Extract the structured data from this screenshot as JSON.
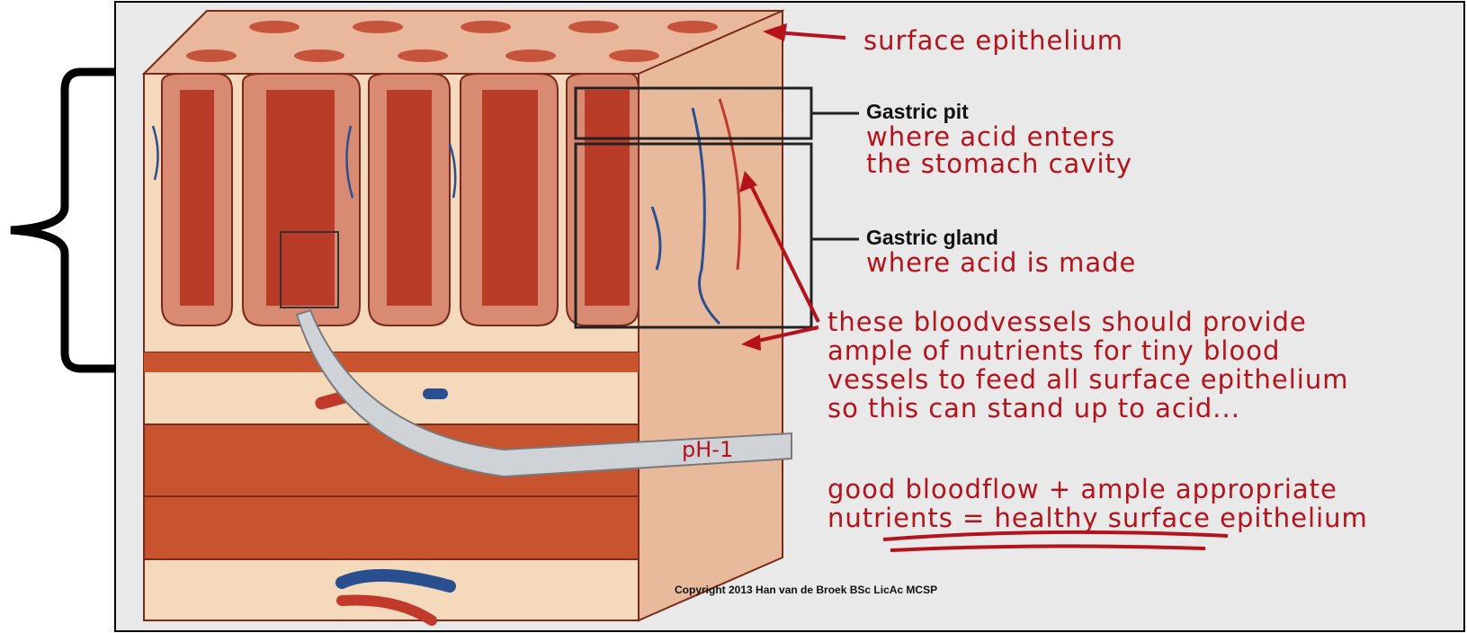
{
  "labels": {
    "surface_epithelium": "surface epithelium",
    "gastric_pit_title": "Gastric pit",
    "gastric_pit_desc_1": "where acid enters",
    "gastric_pit_desc_2": "the stomach cavity",
    "gastric_gland_title": "Gastric gland",
    "gastric_gland_desc": "where acid is made",
    "bloodvessels_1": "these bloodvessels should provide",
    "bloodvessels_2": "ample of nutrients for tiny blood",
    "bloodvessels_3": "vessels to feed all surface epithelium",
    "bloodvessels_4": "so this can stand up to acid...",
    "conclusion_1": "good bloodflow + ample appropriate",
    "conclusion_2": "nutrients = healthy surface epithelium",
    "ph_label": "pH-1",
    "copyright": "Copyright 2013 Han van de Broek BSc LicAc MCSP"
  },
  "colors": {
    "background": "#e9e9e9",
    "tissue_light": "#f4d9bc",
    "tissue_pink": "#e6a98f",
    "tissue_red": "#c0432d",
    "muscle": "#c8532f",
    "artery": "#c0392b",
    "vein": "#2a4f8f",
    "annotation_red": "#b5121b"
  }
}
